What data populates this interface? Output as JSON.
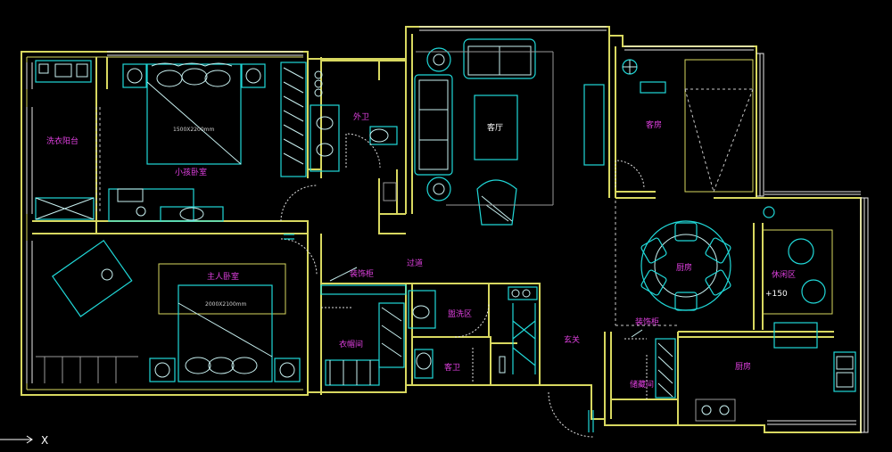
{
  "rooms": {
    "laundry_balcony": "洗衣阳台",
    "small_bedroom": "小孩卧室",
    "small_bed_size": "1500X2200mm",
    "outer_bath": "外卫",
    "living_room": "客厅",
    "guest_room": "客房",
    "corridor": "过道",
    "dining_room": "厨房",
    "leisure_area": "休闲区",
    "leisure_level": "+150",
    "master_bedroom": "主人卧室",
    "master_bed_size": "2000X2100mm",
    "decor_cabinet_left": "装饰柜",
    "wash_area": "盥洗区",
    "wardrobe": "衣帽间",
    "guest_bath": "客卫",
    "entrance": "玄关",
    "decor_cabinet_right": "装饰柜",
    "storage": "储藏间",
    "kitchen": "厨房"
  },
  "axis": {
    "label": "X"
  },
  "colors": {
    "wall": "#d8d860",
    "furniture": "#20d8d8",
    "label": "#e040e0",
    "background": "#000000"
  }
}
